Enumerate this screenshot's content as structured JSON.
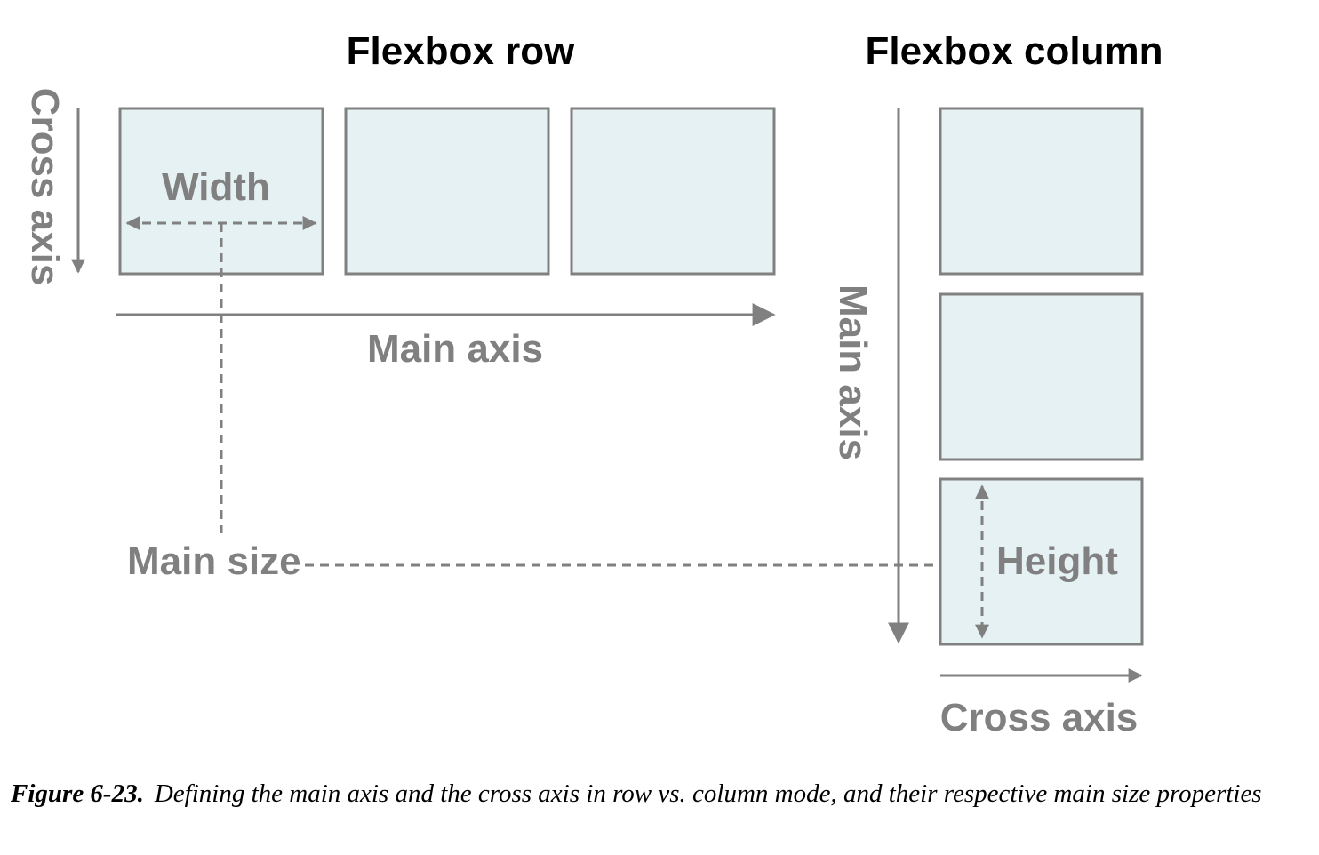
{
  "titles": {
    "row": "Flexbox row",
    "column": "Flexbox column"
  },
  "row_panel": {
    "cross_axis_label": "Cross axis",
    "main_axis_label": "Main axis",
    "width_label": "Width"
  },
  "column_panel": {
    "main_axis_label": "Main axis",
    "cross_axis_label": "Cross axis",
    "height_label": "Height"
  },
  "main_size_label": "Main size",
  "caption": {
    "figure_label": "Figure 6-23.",
    "text": "Defining the main axis and the cross axis in row vs. column mode, and their respective main size properties"
  },
  "colors": {
    "box_fill": "#e6f1f3",
    "stroke": "#808080",
    "title_text": "#000000"
  }
}
